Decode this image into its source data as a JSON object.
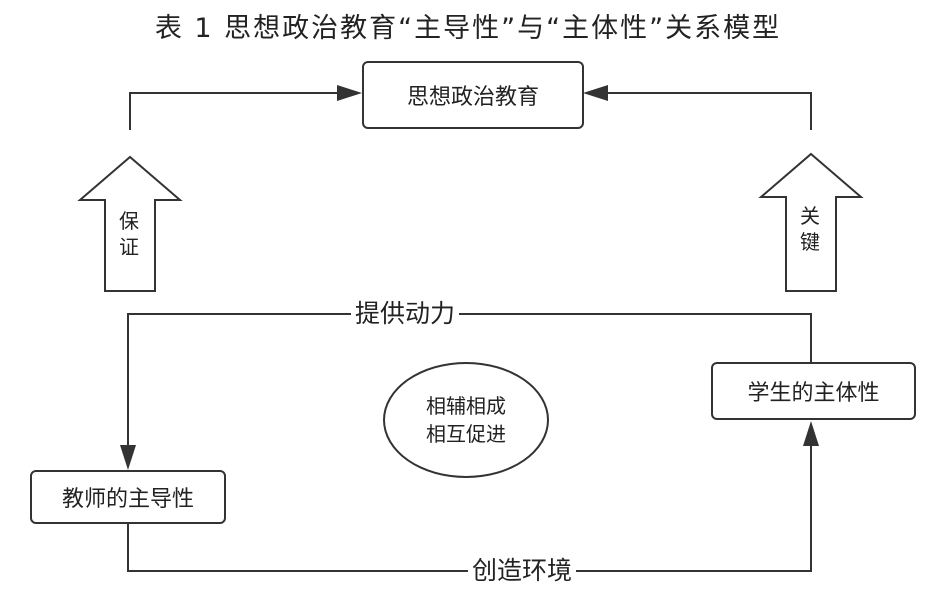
{
  "title": "表 1   思想政治教育“主导性”与“主体性”关系模型",
  "nodes": {
    "top": "思想政治教育",
    "teacher": "教师的主导性",
    "student": "学生的主体性",
    "center_line1": "相辅相成",
    "center_line2": "相互促进"
  },
  "arrows": {
    "left_char1": "保",
    "left_char2": "证",
    "right_char1": "关",
    "right_char2": "键"
  },
  "edges": {
    "top_label": "提供动力",
    "bottom_label": "创造环境"
  },
  "colors": {
    "stroke": "#333333",
    "background": "#ffffff"
  }
}
